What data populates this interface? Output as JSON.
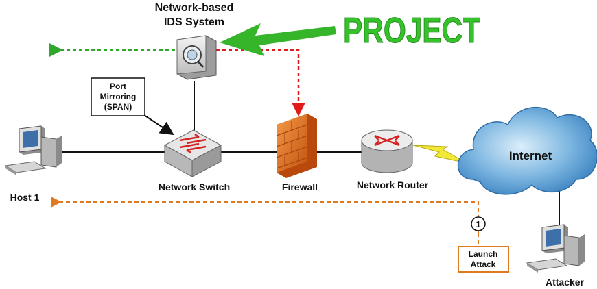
{
  "banner": "PROJECT",
  "ids": {
    "line1": "Network-based",
    "line2": "IDS System"
  },
  "port_mirroring": [
    "Port",
    "Mirroring",
    "(SPAN)"
  ],
  "labels": {
    "host": "Host 1",
    "switch": "Network Switch",
    "firewall": "Firewall",
    "router": "Network Router",
    "internet": "Internet",
    "attacker": "Attacker"
  },
  "launch_attack": {
    "step": "1",
    "line1": "Launch",
    "line2": "Attack"
  },
  "colors": {
    "banner": "#35c22a",
    "alert_arrow": "#2ea82a",
    "ids_link": "#e11b1b",
    "attack_path": "#e07a20",
    "firewall": "#e8742a",
    "lightning": "#f2e838",
    "cloud": "#5aa0d4"
  }
}
